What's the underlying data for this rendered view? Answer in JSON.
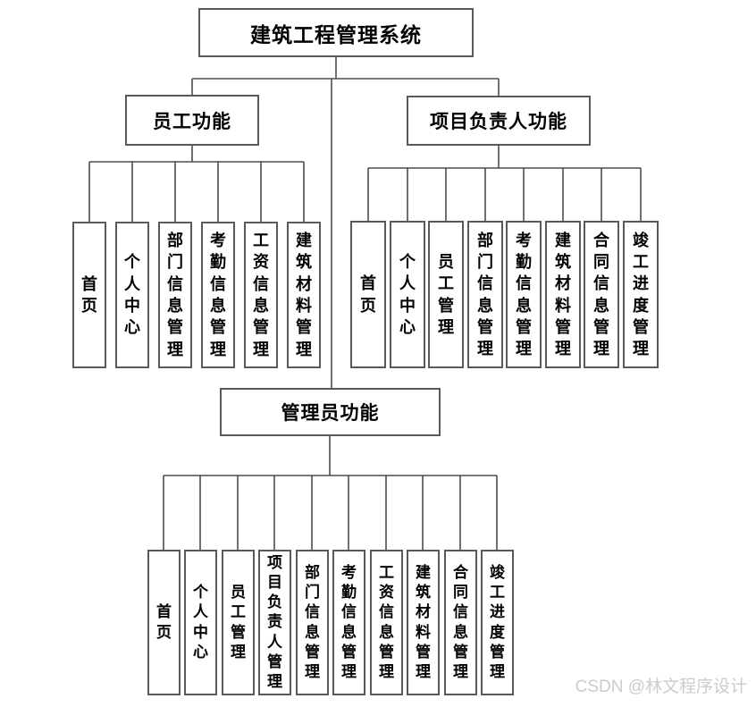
{
  "title": "建筑工程管理系统",
  "watermark": "CSDN @林文程序设计",
  "colors": {
    "line": "#4d4d4d",
    "box_border": "#595959",
    "box_fill": "#ffffff",
    "text": "#000000",
    "watermark": "#cccccc"
  },
  "branches": [
    {
      "label": "员工功能",
      "children": [
        "首页",
        "个人中心",
        "部门信息管理",
        "考勤信息管理",
        "工资信息管理",
        "建筑材料管理"
      ]
    },
    {
      "label": "项目负责人功能",
      "children": [
        "首页",
        "个人中心",
        "员工管理",
        "部门信息管理",
        "考勤信息管理",
        "建筑材料管理",
        "合同信息管理",
        "竣工进度管理"
      ]
    },
    {
      "label": "管理员功能",
      "children": [
        "首页",
        "个人中心",
        "员工管理",
        "项目负责人管理",
        "部门信息管理",
        "考勤信息管理",
        "工资信息管理",
        "建筑材料管理",
        "合同信息管理",
        "竣工进度管理"
      ]
    }
  ]
}
